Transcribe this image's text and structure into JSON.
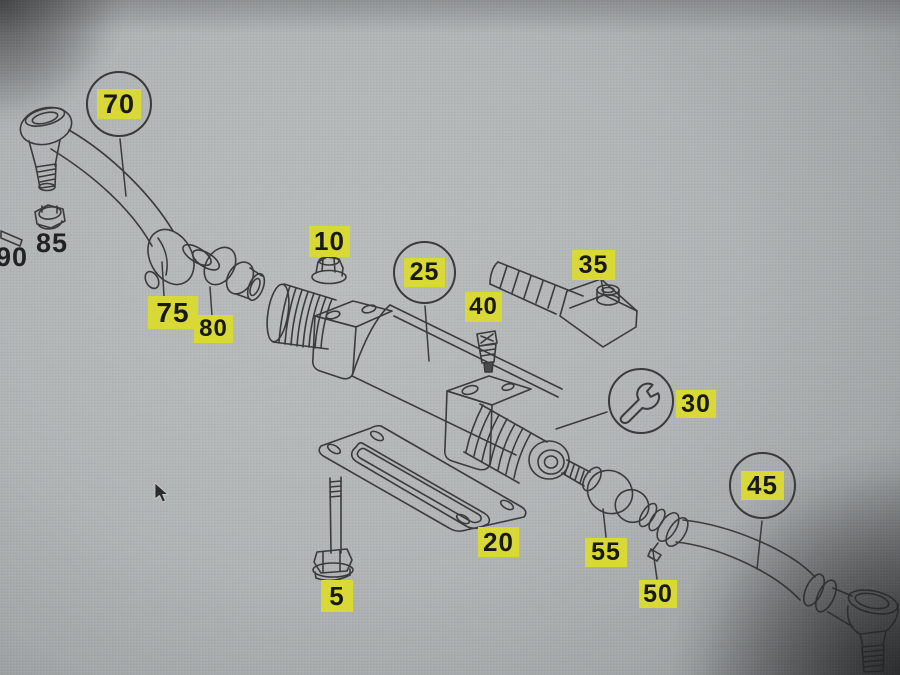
{
  "screen": {
    "description": "Photographed monitor showing an exploded steering-linkage parts diagram with numbered callouts",
    "highlight_color": "#d8d937",
    "line_color": "#3b3b3d",
    "callouts": {
      "c5": "5",
      "c10": "10",
      "c20": "20",
      "c25": "25",
      "c30": "30",
      "c35": "35",
      "c40": "40",
      "c45": "45",
      "c50": "50",
      "c55": "55",
      "c70": "70",
      "c75": "75",
      "c80": "80",
      "c85": "85",
      "c90": "90"
    },
    "circled_callouts": [
      "70",
      "25",
      "45"
    ],
    "icons": [
      "wrench-icon",
      "mouse-cursor"
    ]
  }
}
